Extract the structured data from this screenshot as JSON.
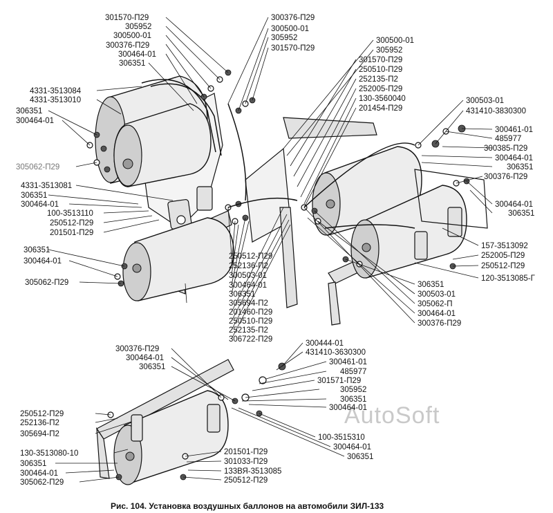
{
  "diagram": {
    "caption": "Рис. 104. Установка воздушных баллонов на автомобили ЗИЛ-133",
    "watermark": "AutoSoft",
    "top_left_labels": [
      "301570-П29",
      "305952",
      "300500-01",
      "300376-П29",
      "300464-01",
      "306351",
      "4331-3513084",
      "4331-3513010",
      "306351",
      "300464-01",
      "305062-П29",
      "4331-3513081",
      "306351",
      "300464-01",
      "100-3513110",
      "250512-П29",
      "201501-П29",
      "306351",
      "300464-01",
      "305062-П29"
    ],
    "top_mid_labels": [
      "300376-П29",
      "300500-01",
      "305952",
      "301570-П29"
    ],
    "center_labels": [
      "300500-01",
      "305952",
      "301570-П29",
      "250510-П29",
      "252135-П2",
      "252005-П29",
      "130-3560040",
      "201454-П29"
    ],
    "lower_mid_labels": [
      "250512-П29",
      "252136-П2",
      "300503-01",
      "300464-01",
      "306351",
      "305694-П2",
      "201460-П29",
      "250510-П29",
      "252135-П2",
      "306722-П29"
    ],
    "right_labels": [
      "300503-01",
      "431410-3830300",
      "300461-01",
      "485977",
      "300385-П29",
      "300464-01",
      "306351",
      "300376-П29",
      "300464-01",
      "306351",
      "157-3513092",
      "252005-П29",
      "250512-П29",
      "120-3513085-Г",
      "306351",
      "300503-01",
      "305062-П",
      "300464-01",
      "300376-П29"
    ],
    "bottom_left_labels": [
      "300376-П29",
      "300464-01",
      "306351",
      "250512-П29",
      "252136-П2",
      "305694-П2",
      "130-3513080-10",
      "306351",
      "300464-01",
      "305062-П29"
    ],
    "bottom_right_labels": [
      "300444-01",
      "431410-3630300",
      "300461-01",
      "485977",
      "301571-П29",
      "305952",
      "306351",
      "300464-01",
      "100-3515310",
      "300464-01",
      "306351"
    ],
    "bottom_center_labels": [
      "201501-П29",
      "301033-П29",
      "133ВЯ-3513085",
      "250512-П29"
    ]
  }
}
